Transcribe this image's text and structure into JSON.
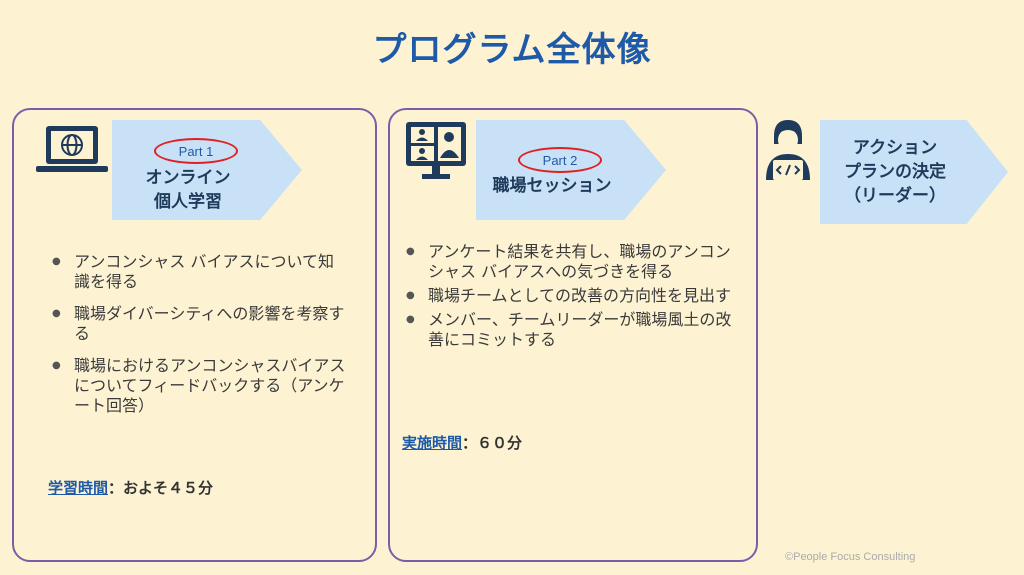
{
  "title": "プログラム全体像",
  "step1": {
    "part_label": "Part 1",
    "line1": "オンライン",
    "line2": "個人学習",
    "bullets": [
      "アンコンシャス バイアスについて知識を得る",
      "職場ダイバーシティへの影響を考察する",
      "職場におけるアンコンシャスバイアスについてフィードバックする（アンケート回答）"
    ],
    "time_label": "学習時間",
    "time_value": "：およそ４５分"
  },
  "step2": {
    "part_label": "Part 2",
    "line1": "職場セッション",
    "bullets": [
      "アンケート結果を共有し、職場のアンコンシャス バイアスへの気づきを得る",
      "職場チームとしての改善の方向性を見出す",
      "メンバー、チームリーダーが職場風土の改善にコミットする"
    ],
    "time_label": "実施時間",
    "time_value": "：６０分"
  },
  "step3": {
    "line1": "アクション",
    "line2": "プランの決定",
    "line3": "（リーダー）"
  },
  "icons": [
    "laptop-globe-icon",
    "video-conference-icon",
    "coder-person-icon"
  ],
  "colors": {
    "background": "#fdf3d3",
    "title": "#1f5aa8",
    "panel_border": "#7b5ea7",
    "chevron": "#c9e1f6",
    "part_ring": "#e02020",
    "icon": "#1f3b5c"
  },
  "copyright": "©People Focus Consulting"
}
